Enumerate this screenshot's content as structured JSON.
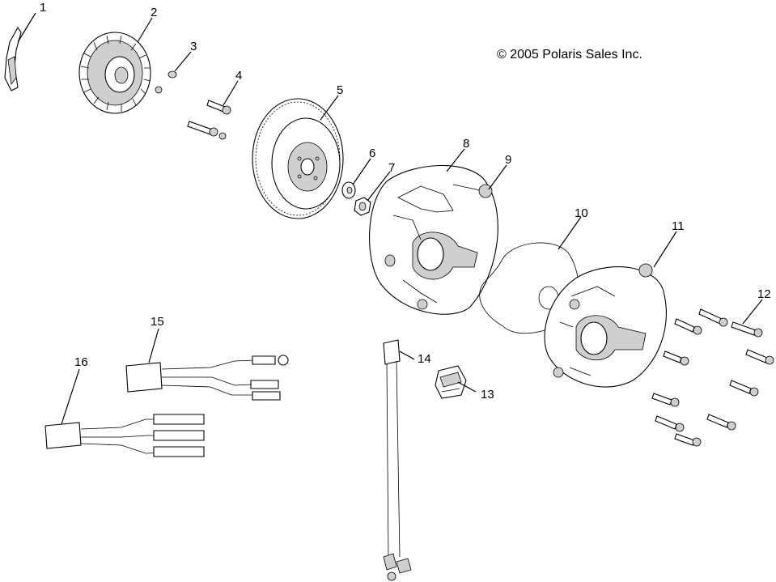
{
  "copyright": "© 2005 Polaris Sales Inc.",
  "callouts": [
    "1",
    "2",
    "3",
    "4",
    "5",
    "6",
    "7",
    "8",
    "9",
    "10",
    "11",
    "12",
    "13",
    "14",
    "15",
    "16"
  ]
}
